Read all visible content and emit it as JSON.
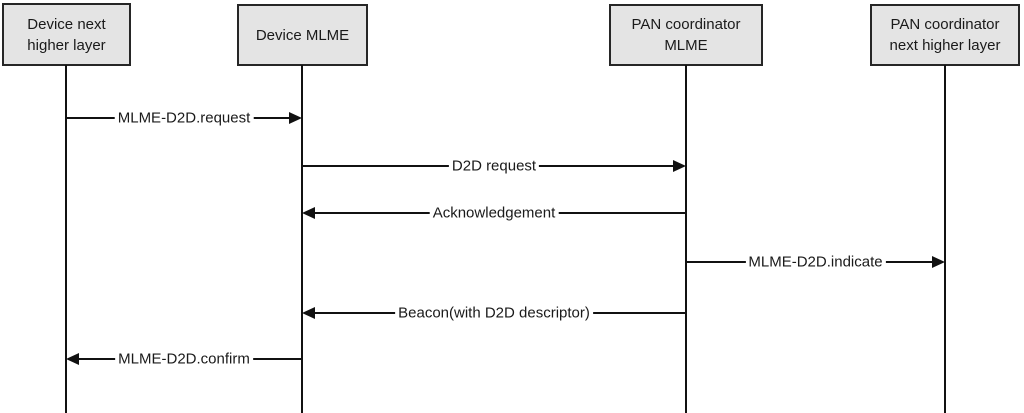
{
  "colors": {
    "background": "#ffffff",
    "box_fill": "#e4e4e4",
    "box_border": "#262626",
    "line": "#111111",
    "text": "#1a1a1a"
  },
  "actors": [
    {
      "id": "device-next-higher-layer",
      "label": "Device next\nhigher layer"
    },
    {
      "id": "device-mlme",
      "label": "Device MLME"
    },
    {
      "id": "pan-coordinator-mlme",
      "label": "PAN coordinator\nMLME"
    },
    {
      "id": "pan-coordinator-next-higher-layer",
      "label": "PAN coordinator\nnext higher layer"
    }
  ],
  "messages": [
    {
      "label": "MLME-D2D.request",
      "from": "Device next higher layer",
      "to": "Device MLME",
      "direction": "right"
    },
    {
      "label": "D2D request",
      "from": "Device MLME",
      "to": "PAN coordinator MLME",
      "direction": "right"
    },
    {
      "label": "Acknowledgement",
      "from": "PAN coordinator MLME",
      "to": "Device MLME",
      "direction": "left"
    },
    {
      "label": "MLME-D2D.indicate",
      "from": "PAN coordinator MLME",
      "to": "PAN coordinator next higher layer",
      "direction": "right"
    },
    {
      "label": "Beacon(with D2D descriptor)",
      "from": "PAN coordinator MLME",
      "to": "Device MLME",
      "direction": "left"
    },
    {
      "label": "MLME-D2D.confirm",
      "from": "Device MLME",
      "to": "Device next higher layer",
      "direction": "left"
    }
  ]
}
